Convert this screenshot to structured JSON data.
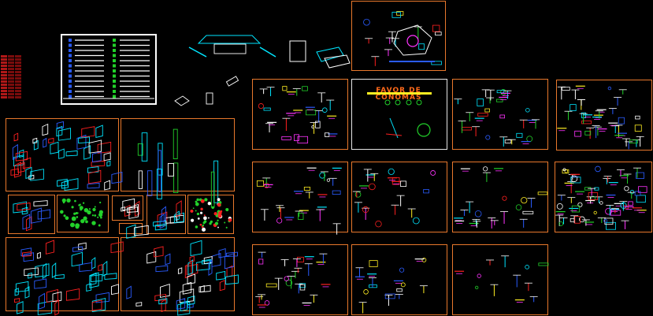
{
  "title": {
    "line1": "FAVOR DE",
    "line2": "CONOMAS"
  },
  "colors": {
    "background": "#000000",
    "frame_orange": "#e8782c",
    "frame_white": "#e6e6e6",
    "cyan": "#00e5ff",
    "white": "#ffffff",
    "green": "#22d12a",
    "red": "#ff2020",
    "magenta": "#ff33ff",
    "blue": "#2a5cff",
    "yellow": "#ffee22"
  },
  "sheets_label": "detail-drawing-sheets"
}
